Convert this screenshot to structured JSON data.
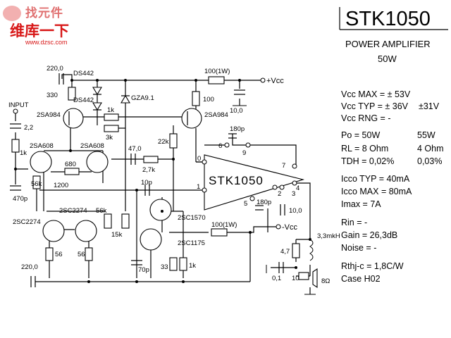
{
  "header": {
    "title": "STK1050",
    "subtitle": "POWER AMPLIFIER",
    "power": "50W"
  },
  "watermark": {
    "line1": "找元件",
    "line2": "维库一下",
    "url": "www.dzsc.com"
  },
  "specs": {
    "vcc_max": "Vcc MAX = ± 53V",
    "vcc_typ": "Vcc TYP = ± 36V",
    "vcc_typ_alt": "±31V",
    "vcc_rng": "Vcc RNG = -",
    "po": "Po = 50W",
    "po_alt": "55W",
    "rl": "RL = 8 Ohm",
    "rl_alt": "4 Ohm",
    "tdh": "TDH = 0,02%",
    "tdh_alt": "0,03%",
    "icco_typ": "Icco TYP = 40mA",
    "icco_max": "Icco MAX = 80mA",
    "imax": "Imax = 7A",
    "rin": "Rin = -",
    "gain": "Gain = 26,3dB",
    "noise": "Noise = -",
    "rthj": "Rthj-c = 1,8C/W",
    "case": "Case H02"
  },
  "schematic": {
    "chip": "STK1050",
    "input": "INPUT",
    "vcc_pos": "+Vcc",
    "vcc_neg": "-Vcc",
    "pins": [
      "0",
      "6",
      "9",
      "7",
      "4",
      "1",
      "2",
      "5",
      "3"
    ],
    "parts": {
      "c220_top": "220,0",
      "ds442a": "DS442",
      "ds442b": "DS442",
      "r330": "330",
      "r1k_a": "1k",
      "gza": "GZA9.1",
      "r100": "100",
      "r100_1w": "100(1W)",
      "c10_top": "10,0",
      "q2sa984_l": "2SA984",
      "q2sa984_r": "2SA984",
      "r3k": "3k",
      "r22k": "22k",
      "c180_top": "180p",
      "c2_2": "2,2",
      "r1k_in": "1k",
      "q2sa608_l": "2SA608",
      "q2sa608_r": "2SA608",
      "c47": "47,0",
      "r2_7k": "2,7k",
      "r680": "680",
      "r56k_a": "56k",
      "r1200": "1200",
      "c470p": "470p",
      "c10p": "10p",
      "r56k_b": "56k",
      "q2sc1570": "2SC1570",
      "r15k": "15k",
      "q2sc2274_l": "2SC2274",
      "q2sc2274_r": "2SC2274",
      "r100_1w_b": "100(1W)",
      "q2sc1175": "2SC1175",
      "c180_bot": "180p",
      "c10_bot": "10,0",
      "r56_a": "56",
      "r56_b": "56",
      "c70p": "70p",
      "r33": "33",
      "r1k_b": "1k",
      "c220_bot": "220,0",
      "l33": "3,3mkH",
      "r4_7": "4,7",
      "c0_1": "0,1",
      "r10": "10",
      "spk": "8Ω"
    }
  }
}
